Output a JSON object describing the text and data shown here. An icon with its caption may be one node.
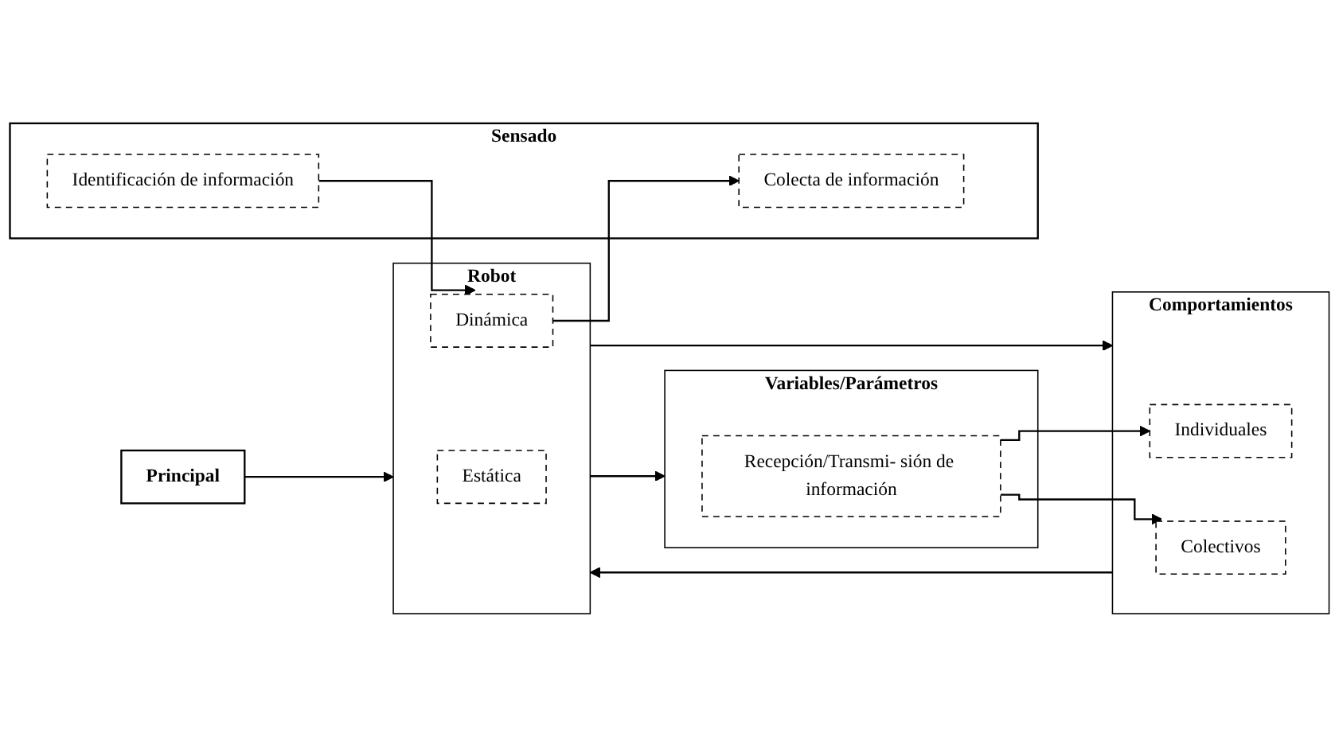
{
  "diagram": {
    "nodes": [
      {
        "text": [
          "Principal"
        ]
      },
      {
        "text": [
          "Robot"
        ]
      },
      {
        "text": [
          "Estática"
        ],
        "in": 1
      },
      {
        "text": [
          "Dinámica"
        ],
        "in": 1
      },
      {
        "text": [
          "Sensado"
        ]
      },
      {
        "text": [
          "Colecta de información"
        ],
        "in": 4
      },
      {
        "text": [
          "Identificación de información"
        ],
        "in": 4
      },
      {
        "text": [
          "Comportamientos"
        ]
      },
      {
        "text": [
          "Individuales"
        ],
        "in": 7
      },
      {
        "text": [
          "Colectivos"
        ],
        "in": 7
      },
      {
        "text": [
          "Variables/Parámetros"
        ]
      },
      {
        "text": [
          "Recepción/Transmi- sión de información"
        ],
        "in": 10
      }
    ],
    "edges": [
      {
        "from": 0,
        "to": 1,
        "arrow": "to"
      },
      {
        "from": 3,
        "to": 5,
        "arrow": "to"
      },
      {
        "from": 6,
        "to": 3,
        "arrow": "to"
      },
      {
        "from": 1,
        "to": 7,
        "arrow": "to"
      },
      {
        "from": 7,
        "to": 1,
        "arrow": "to"
      },
      {
        "from": 1,
        "to": 10,
        "arrow": "to"
      },
      {
        "from": 11,
        "to": 8,
        "arrow": "to"
      },
      {
        "from": 11,
        "to": 9,
        "arrow": "to"
      }
    ]
  }
}
